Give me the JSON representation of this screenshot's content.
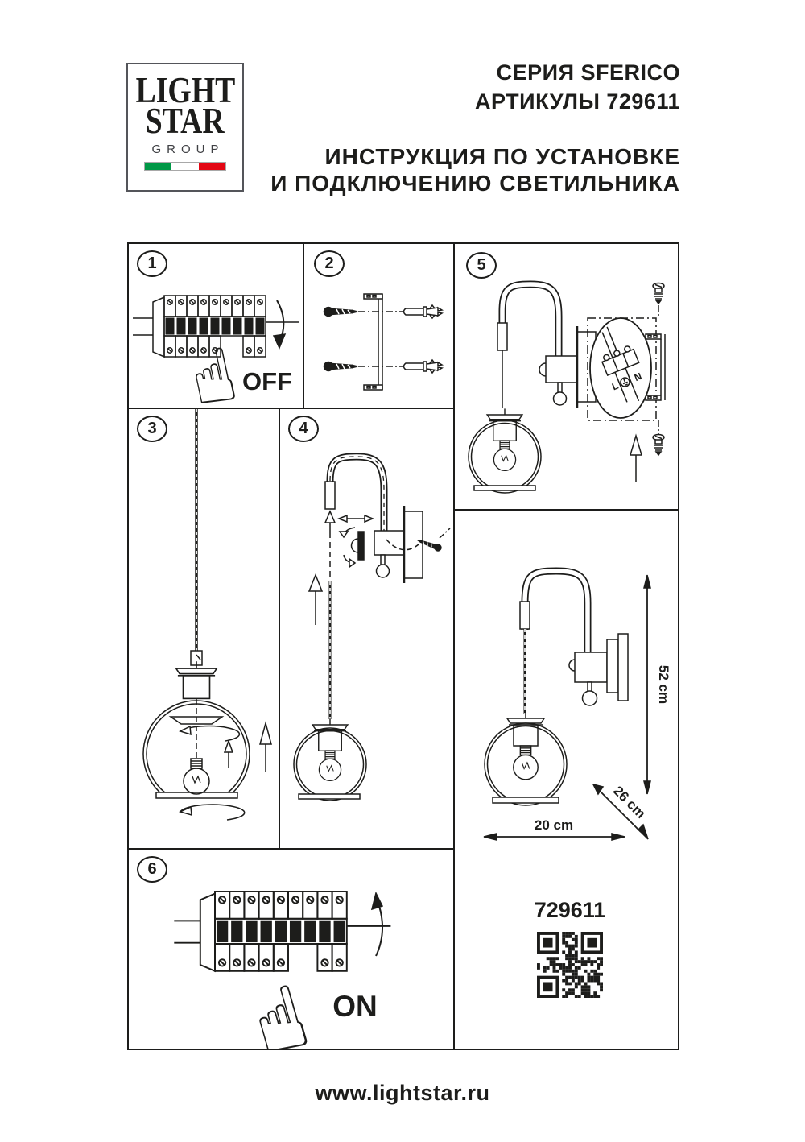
{
  "logo": {
    "line1": "LIGHT",
    "line2": "STAR",
    "line3": "GROUP"
  },
  "header": {
    "series": "СЕРИЯ SFERICO",
    "article": "АРТИКУЛЫ 729611",
    "title1": "ИНСТРУКЦИЯ ПО УСТАНОВКЕ",
    "title2": "И ПОДКЛЮЧЕНИЮ СВЕТИЛЬНИКА"
  },
  "panels": {
    "p1": {
      "num": "1",
      "label": "OFF"
    },
    "p2": {
      "num": "2"
    },
    "p3": {
      "num": "3"
    },
    "p4": {
      "num": "4"
    },
    "p5": {
      "num": "5",
      "term_l": "L",
      "term_n": "N"
    },
    "p6": {
      "num": "6",
      "label": "ON"
    }
  },
  "dim": {
    "height": "52 cm",
    "depth": "26 cm",
    "width": "20 cm",
    "article": "729611"
  },
  "footer": {
    "url": "www.lightstar.ru"
  },
  "colors": {
    "ink": "#1d1d1b",
    "flag_green": "#009846",
    "flag_red": "#e30613"
  }
}
